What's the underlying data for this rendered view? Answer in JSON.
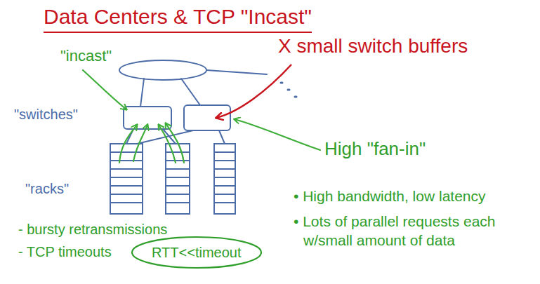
{
  "diagram": {
    "title": "Data Centers & TCP \"Incast\"",
    "nodes": [
      {
        "text": [
          "RTT<<timeout"
        ]
      }
    ],
    "labels": [
      "\"incast\"",
      "\"switches\"",
      "\"racks\"",
      "X small switch buffers",
      "High \"fan-in\"",
      "• High bandwidth, low latency",
      "• Lots of parallel requests each w/small amount of data",
      "- bursty retransmissions",
      "- TCP timeouts"
    ]
  }
}
